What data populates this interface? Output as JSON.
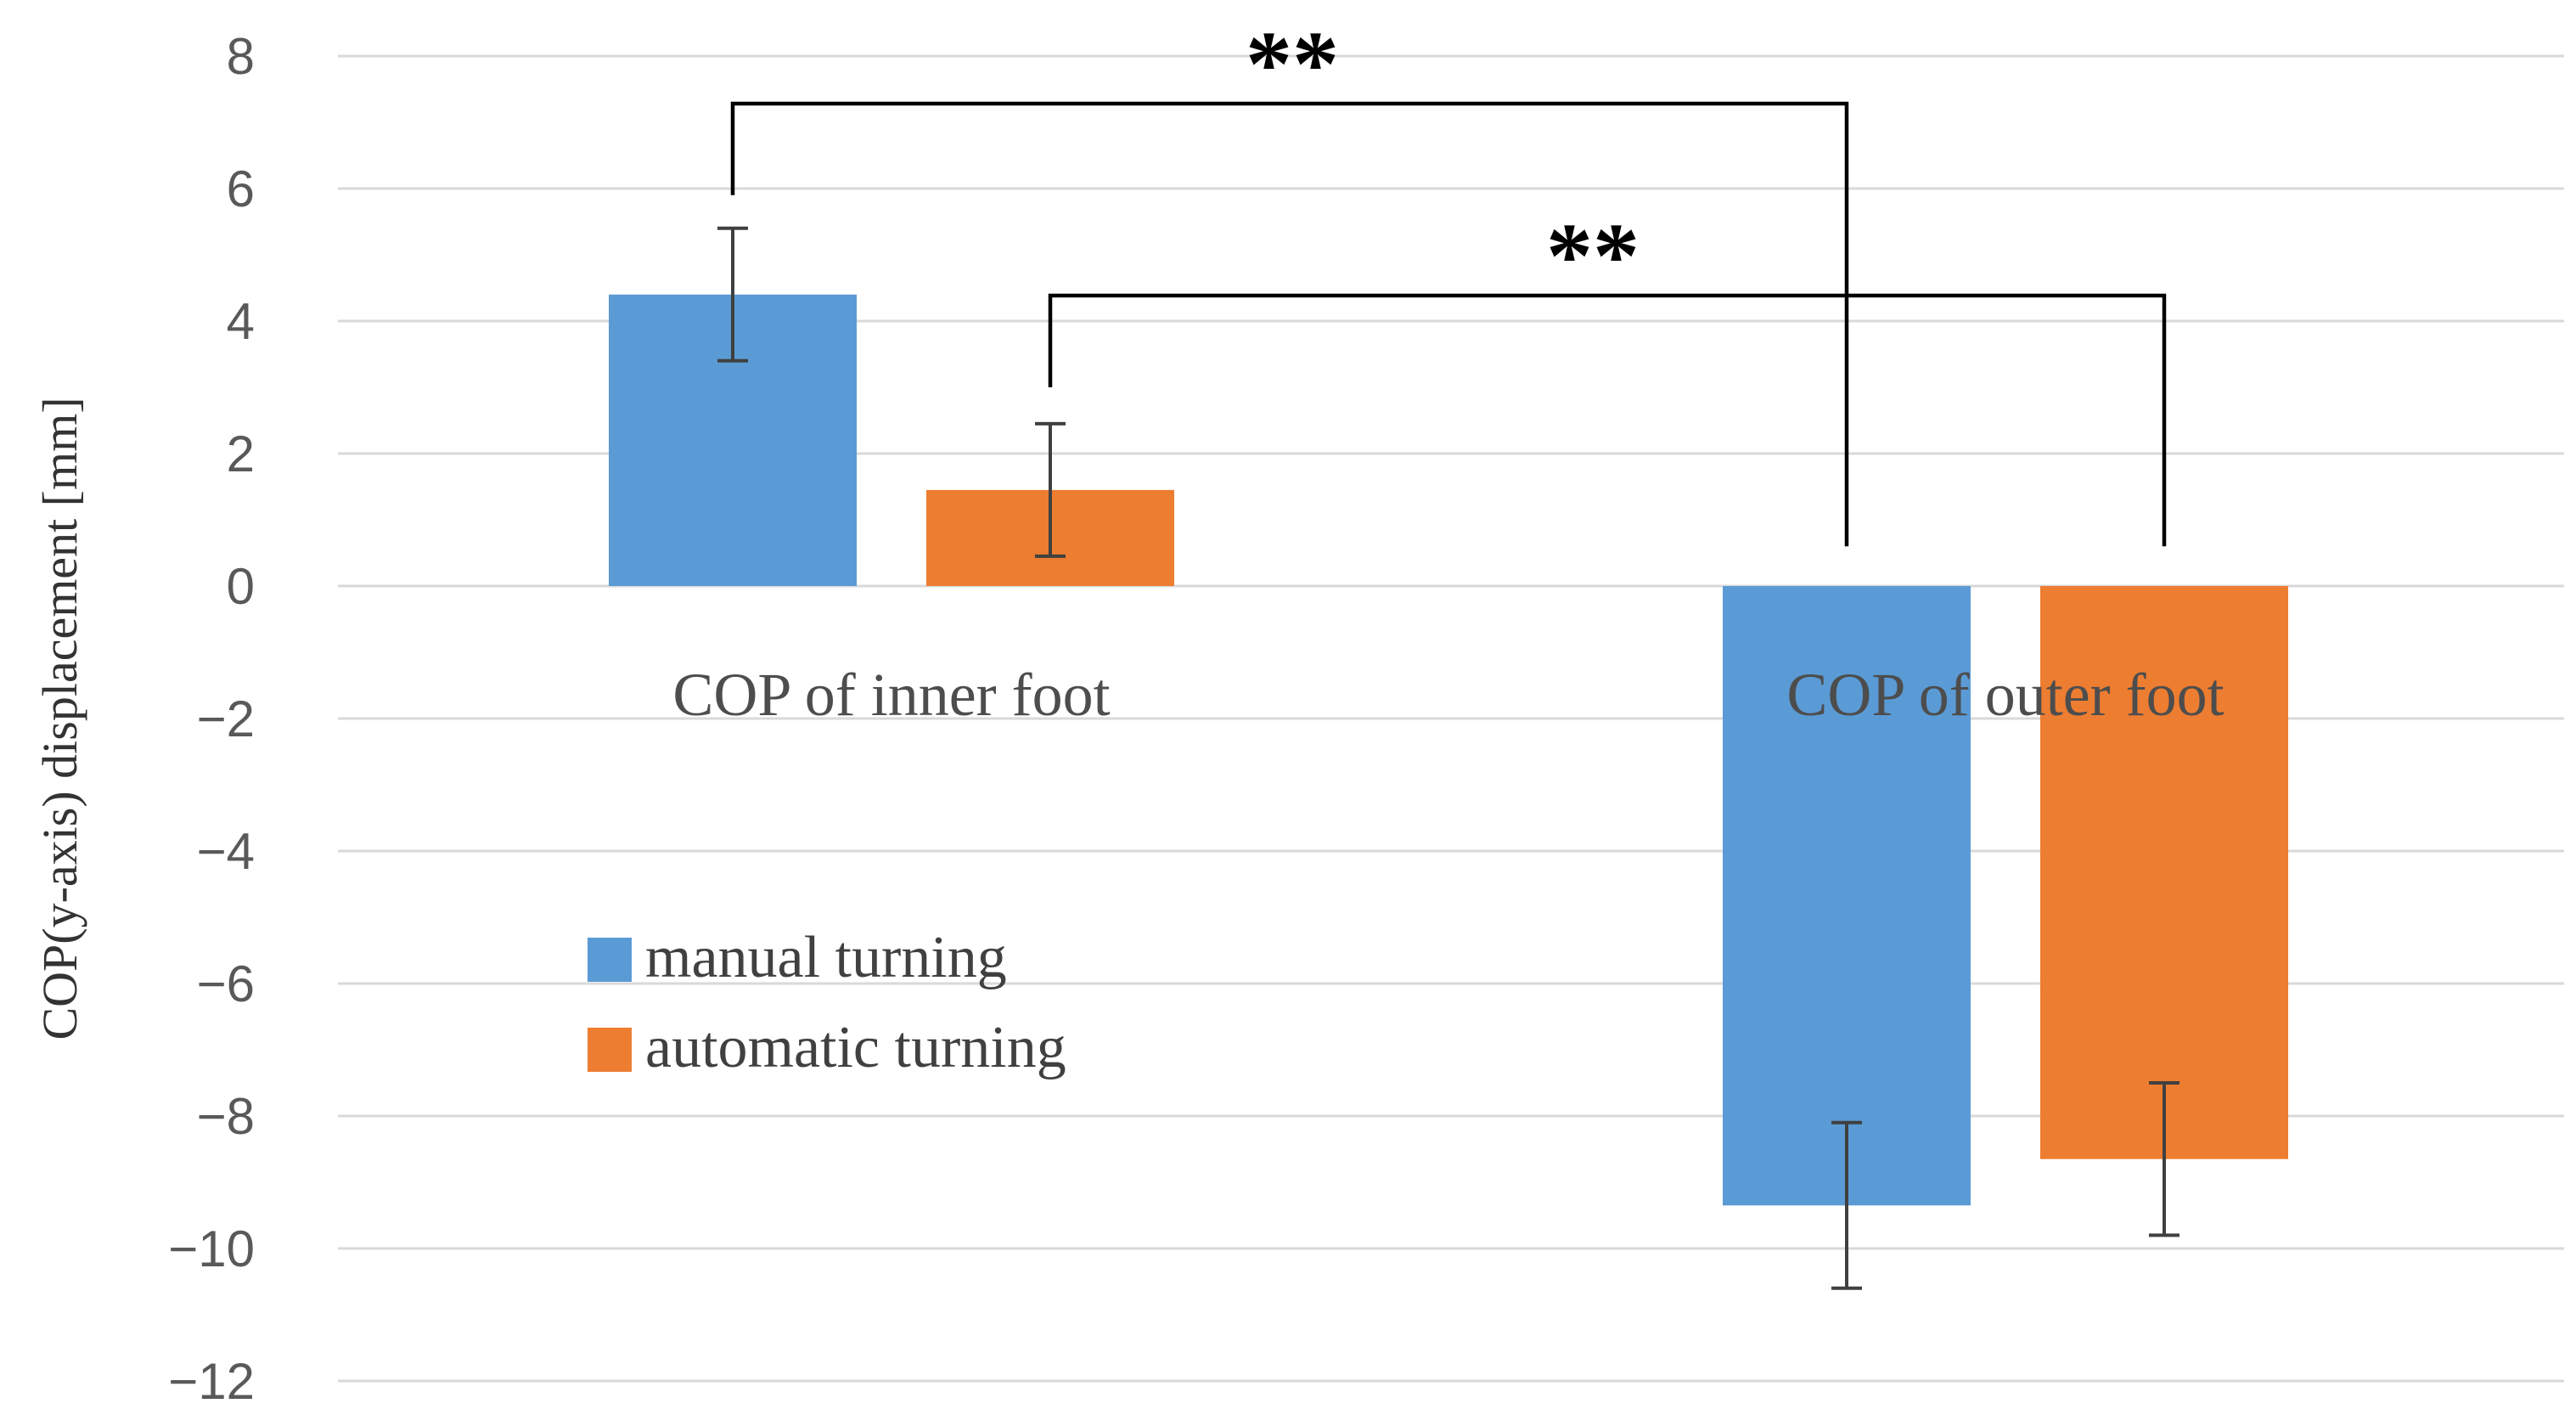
{
  "chart_data": {
    "type": "bar",
    "categories": [
      "COP of inner foot",
      "COP of outer foot"
    ],
    "series": [
      {
        "name": "manual turning",
        "values": [
          4.4,
          -9.35
        ],
        "errors": [
          1.0,
          1.25
        ],
        "color": "#5b9bd5"
      },
      {
        "name": "automatic turning",
        "values": [
          1.45,
          -8.65
        ],
        "errors": [
          1.0,
          1.15
        ],
        "color": "#ed7d31"
      }
    ],
    "ylabel": "COP(y-axis)  displacement  [mm]",
    "xlabel": "",
    "ylim": [
      -12,
      8
    ],
    "yticks": [
      8,
      6,
      4,
      2,
      0,
      -2,
      -4,
      -6,
      -8,
      -10,
      -12
    ],
    "ytick_labels": [
      "8",
      "6",
      "4",
      "2",
      "0",
      "−2",
      "−4",
      "−6",
      "−8",
      "−10",
      "−12"
    ],
    "grid": true,
    "legend_position": "left-middle",
    "significance": [
      {
        "label": "**",
        "series": "manual turning"
      },
      {
        "label": "**",
        "series": "automatic turning"
      }
    ]
  }
}
